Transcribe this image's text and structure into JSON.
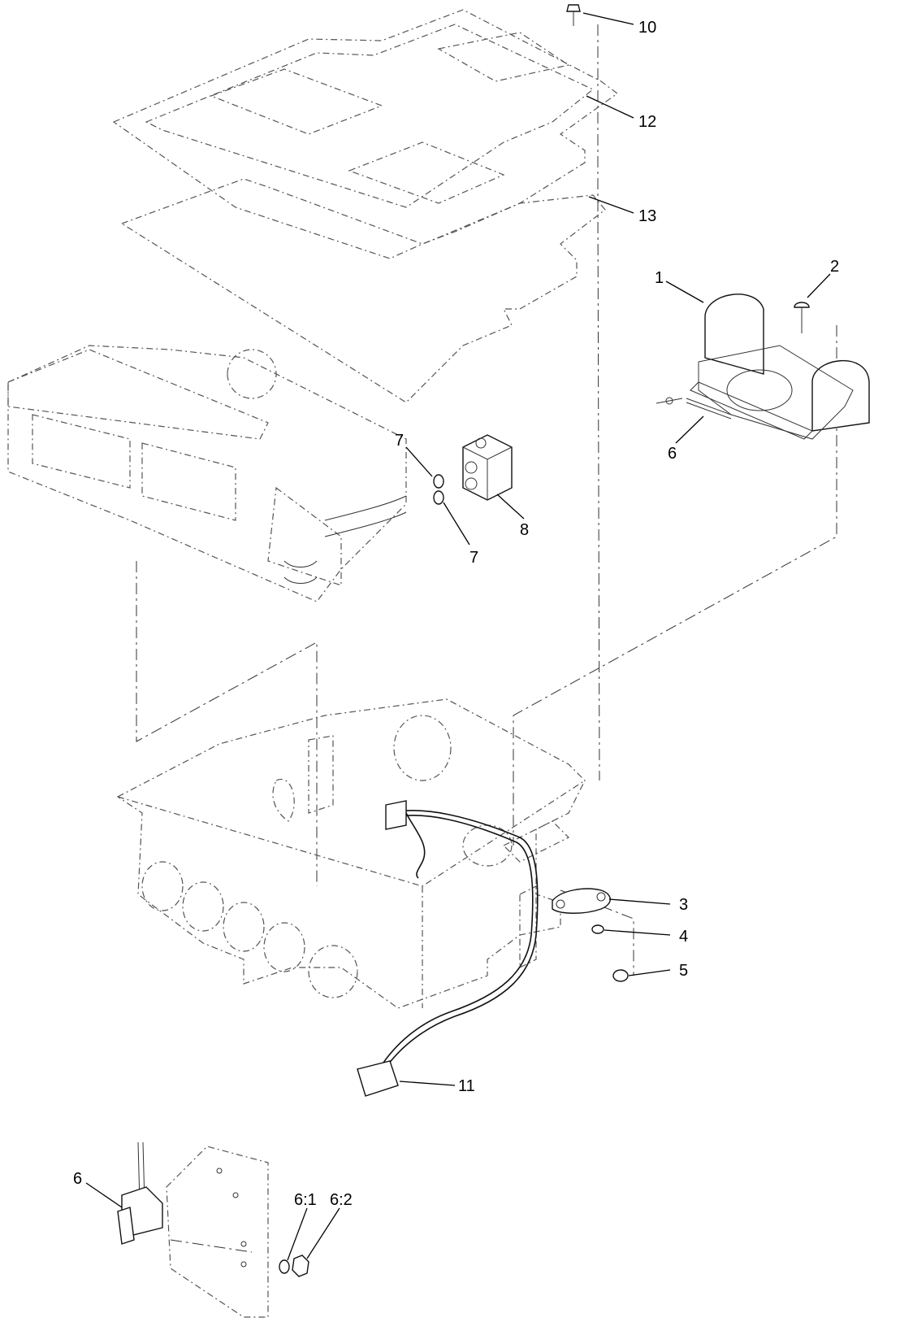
{
  "callouts": {
    "c1": "1",
    "c2": "2",
    "c3": "3",
    "c4": "4",
    "c5": "5",
    "c6_top": "6",
    "c6_bottom": "6",
    "c6_1": "6:1",
    "c6_2": "6:2",
    "c7_top": "7",
    "c7_bottom": "7",
    "c8": "8",
    "c10": "10",
    "c11": "11",
    "c12": "12",
    "c13": "13"
  }
}
